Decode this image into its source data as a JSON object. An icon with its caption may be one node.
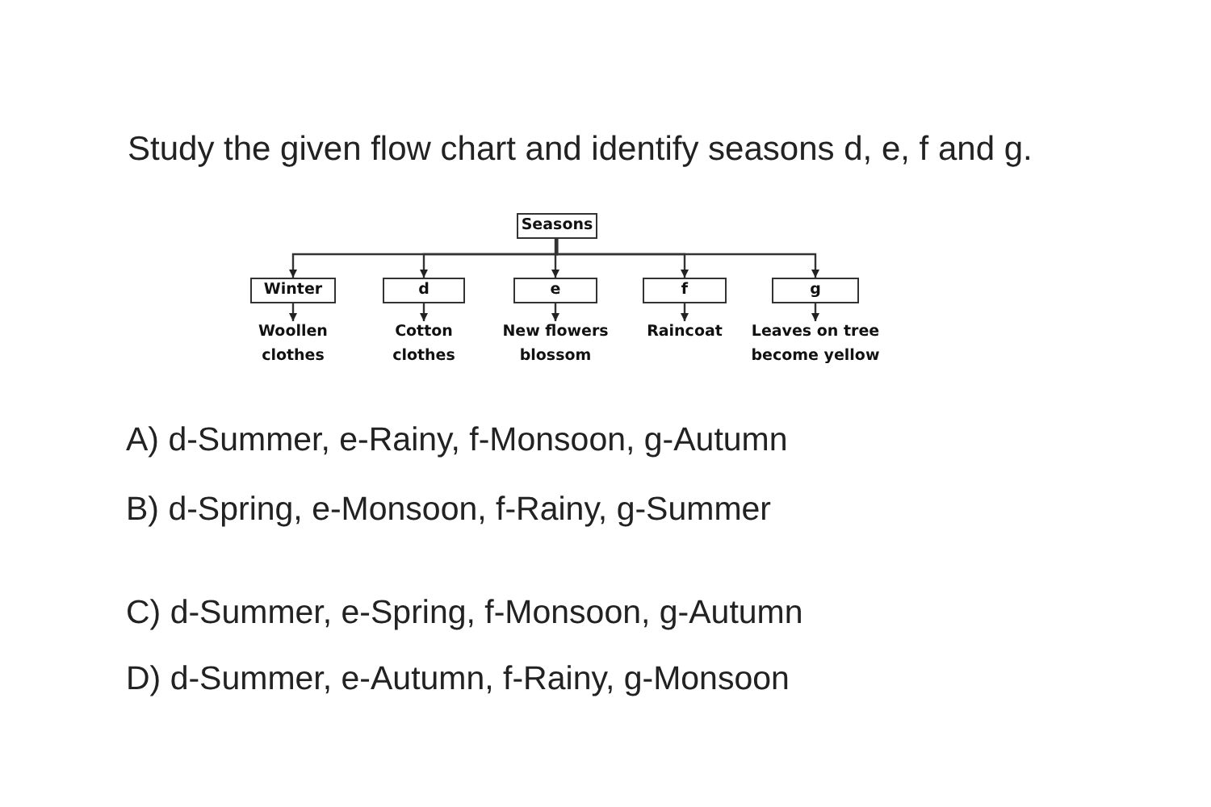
{
  "diagram": {
    "title": "Study the given flow chart and identify seasons d, e, f and g.",
    "nodes": [
      {
        "text": [
          "Seasons"
        ]
      },
      {
        "text": [
          "Winter"
        ]
      },
      {
        "text": [
          "d"
        ]
      },
      {
        "text": [
          "e"
        ]
      },
      {
        "text": [
          "f"
        ]
      },
      {
        "text": [
          "g"
        ]
      },
      {
        "text": [
          "Woollen clothes"
        ]
      },
      {
        "text": [
          "Cotton clothes"
        ]
      },
      {
        "text": [
          "New flowers blossom"
        ]
      },
      {
        "text": [
          "Raincoat"
        ]
      },
      {
        "text": [
          "Leaves on tree become yellow"
        ]
      }
    ],
    "edges": [
      {
        "from": 0,
        "to": 1,
        "arrow": "to"
      },
      {
        "from": 0,
        "to": 2,
        "arrow": "to"
      },
      {
        "from": 0,
        "to": 3,
        "arrow": "to"
      },
      {
        "from": 0,
        "to": 4,
        "arrow": "to"
      },
      {
        "from": 0,
        "to": 5,
        "arrow": "to"
      },
      {
        "from": 1,
        "to": 6,
        "arrow": "to"
      },
      {
        "from": 2,
        "to": 7,
        "arrow": "to"
      },
      {
        "from": 3,
        "to": 8,
        "arrow": "to"
      },
      {
        "from": 4,
        "to": 9,
        "arrow": "to"
      },
      {
        "from": 5,
        "to": 10,
        "arrow": "to"
      }
    ],
    "labels": [
      "A) d-Summer, e-Rainy, f-Monsoon, g-Autumn",
      "B) d-Spring, e-Monsoon, f-Rainy, g-Summer",
      "C) d-Summer, e-Spring, f-Monsoon, g-Autumn",
      "D) d-Summer, e-Autumn, f-Rainy, g-Monsoon"
    ]
  }
}
